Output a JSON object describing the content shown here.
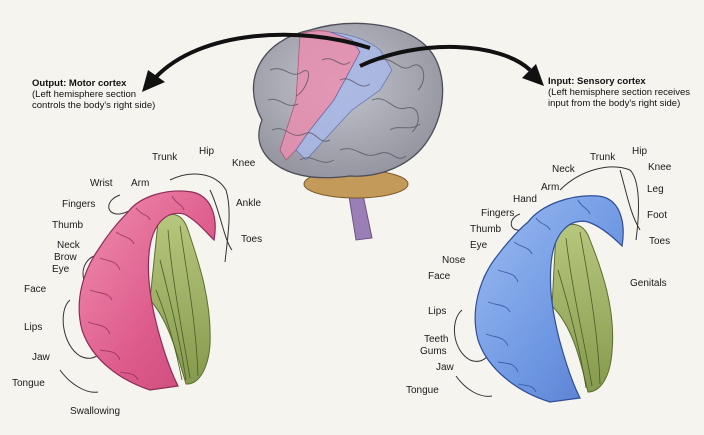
{
  "motor": {
    "title": "Output: Motor cortex",
    "subtitle_line1": "(Left hemisphere section",
    "subtitle_line2": "controls the body's right side)",
    "labels": {
      "trunk": "Trunk",
      "hip": "Hip",
      "knee": "Knee",
      "wrist": "Wrist",
      "arm": "Arm",
      "ankle": "Ankle",
      "fingers": "Fingers",
      "thumb": "Thumb",
      "toes": "Toes",
      "neck": "Neck",
      "brow": "Brow",
      "eye": "Eye",
      "face": "Face",
      "lips": "Lips",
      "jaw": "Jaw",
      "tongue": "Tongue",
      "swallowing": "Swallowing"
    }
  },
  "sensory": {
    "title": "Input: Sensory cortex",
    "subtitle_line1": "(Left hemisphere section receives",
    "subtitle_line2": "input from the body's right side)",
    "labels": {
      "trunk": "Trunk",
      "hip": "Hip",
      "neck": "Neck",
      "knee": "Knee",
      "arm": "Arm",
      "hand": "Hand",
      "leg": "Leg",
      "fingers": "Fingers",
      "foot": "Foot",
      "thumb": "Thumb",
      "toes": "Toes",
      "eye": "Eye",
      "nose": "Nose",
      "face": "Face",
      "genitals": "Genitals",
      "lips": "Lips",
      "teeth": "Teeth",
      "gums": "Gums",
      "jaw": "Jaw",
      "tongue": "Tongue"
    }
  },
  "colors": {
    "motor_strip": "#e0608e",
    "sensory_strip": "#6f9ae6",
    "white_matter": "#9fb46a",
    "brain_gray": "#a8a9b4",
    "arrow": "#111111"
  }
}
